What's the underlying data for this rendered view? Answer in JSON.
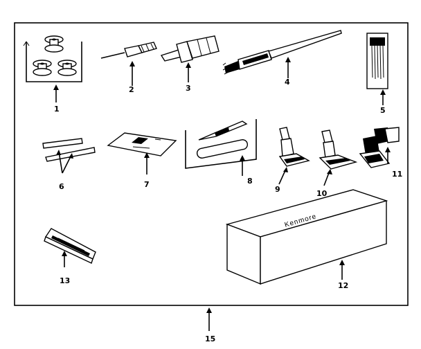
{
  "parts": [
    {
      "id": "bobbins",
      "number": "1"
    },
    {
      "id": "small-screwdriver",
      "number": "2"
    },
    {
      "id": "large-screwdriver",
      "number": "3"
    },
    {
      "id": "seam-ripper-brush",
      "number": "4"
    },
    {
      "id": "needle-pack",
      "number": "5"
    },
    {
      "id": "spool-pins",
      "number": "6"
    },
    {
      "id": "throat-plate",
      "number": "7"
    },
    {
      "id": "seam-ripper-card",
      "number": "8"
    },
    {
      "id": "zipper-foot",
      "number": "9"
    },
    {
      "id": "buttonhole-foot",
      "number": "10"
    },
    {
      "id": "straight-stitch-foot",
      "number": "11"
    },
    {
      "id": "accessory-box",
      "number": "12"
    },
    {
      "id": "buttonhole-attachment",
      "number": "13"
    },
    {
      "id": "accessory-kit",
      "number": "15"
    }
  ],
  "box_brand": "Kenmore"
}
